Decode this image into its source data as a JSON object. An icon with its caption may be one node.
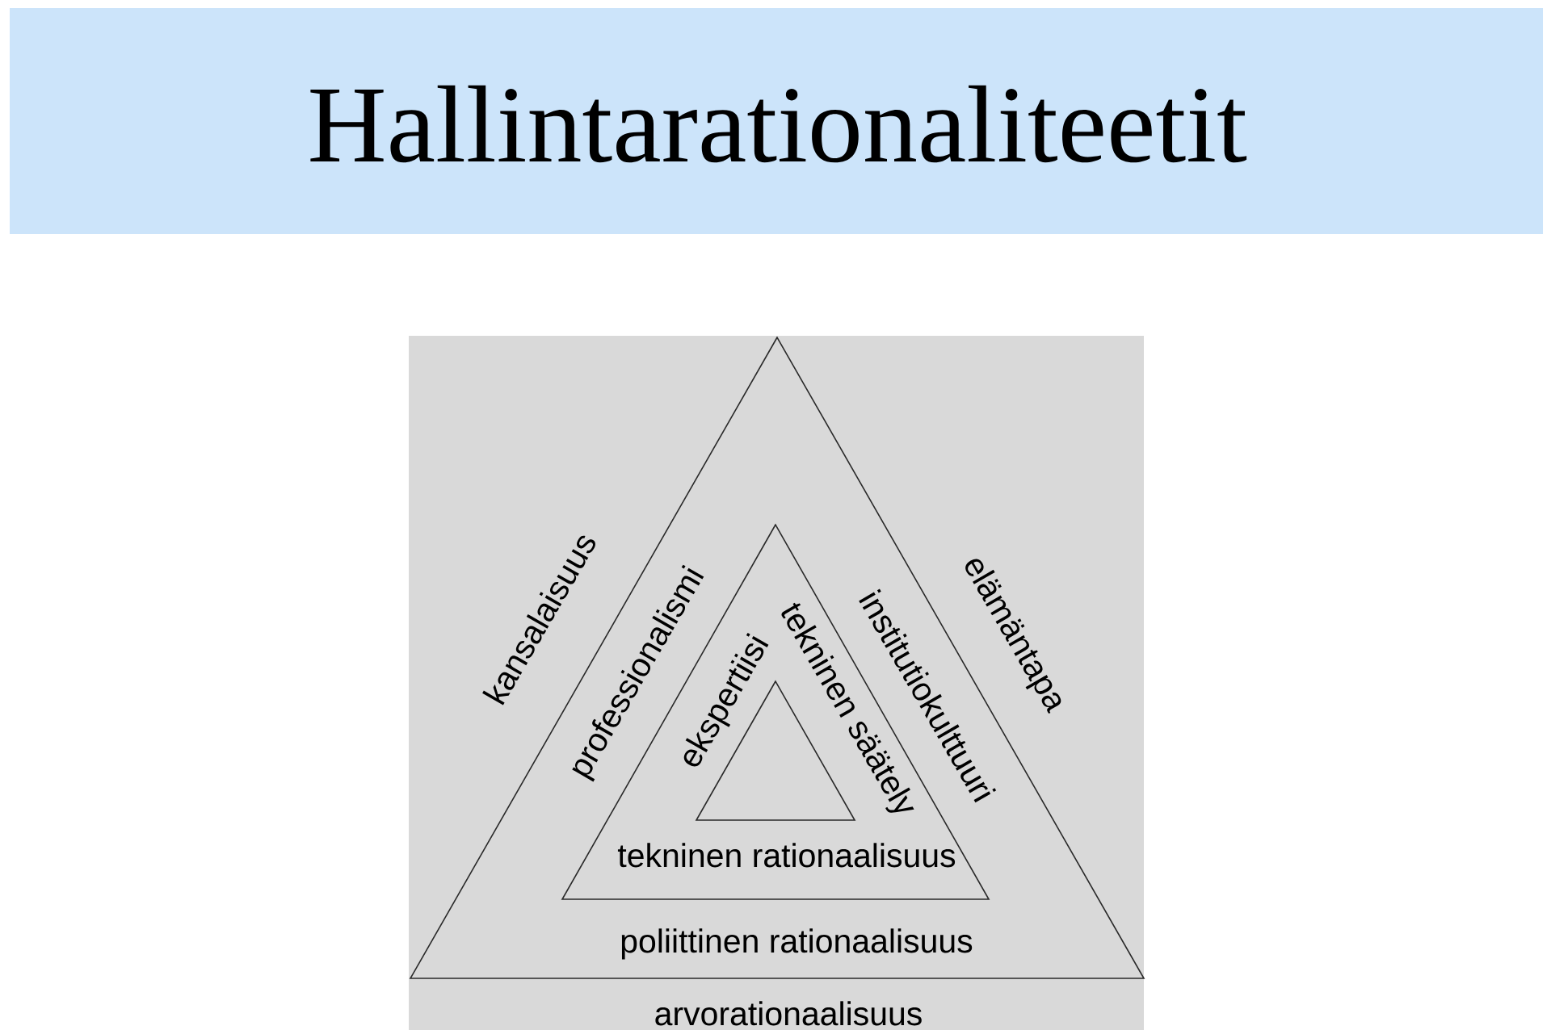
{
  "diagram": {
    "title": "Hallintarationaliteetit",
    "nodes": [
      {
        "text": [
          "kansalaisuus",
          "elämäntapa",
          "arvorationaalisuus"
        ]
      },
      {
        "text": [
          "professionalismi",
          "institutiokulttuuri",
          "poliittinen rationaalisuus"
        ],
        "in": 0
      },
      {
        "text": [
          "ekspertiisi",
          "tekninen säätely",
          "tekninen rationaalisuus"
        ],
        "in": 1
      },
      {
        "text": [],
        "shape": "triangle",
        "in": 2
      }
    ]
  }
}
